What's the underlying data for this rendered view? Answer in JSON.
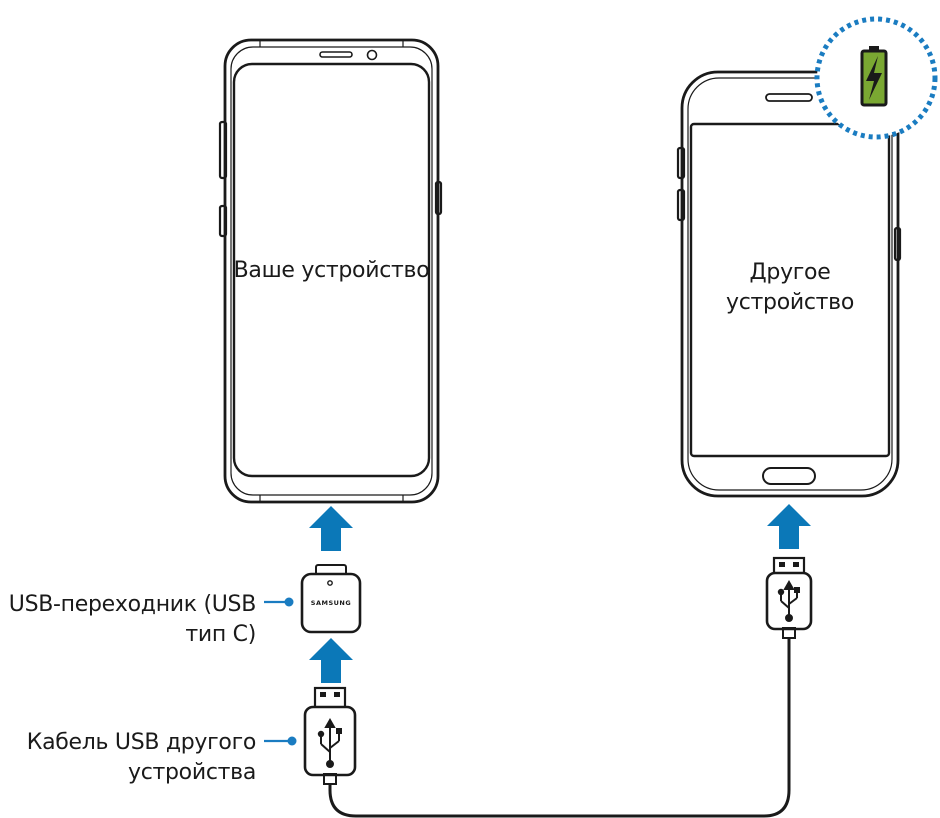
{
  "labels": {
    "your_device": "Ваше устройство",
    "other_device_line1": "Другое",
    "other_device_line2": "устройство",
    "adapter_line1": "USB-переходник (USB",
    "adapter_line2": "тип C)",
    "cable_line1": "Кабель USB другого",
    "cable_line2": "устройства",
    "adapter_brand": "SAMSUNG"
  },
  "icons": {
    "battery": "battery-charging-icon",
    "usb": "usb-symbol-icon",
    "arrow": "arrow-up-icon"
  },
  "colors": {
    "arrow": "#0b78b8",
    "accent": "#1a7cc1",
    "battery_fill": "#7aa832",
    "outline": "#1a1a1a"
  }
}
